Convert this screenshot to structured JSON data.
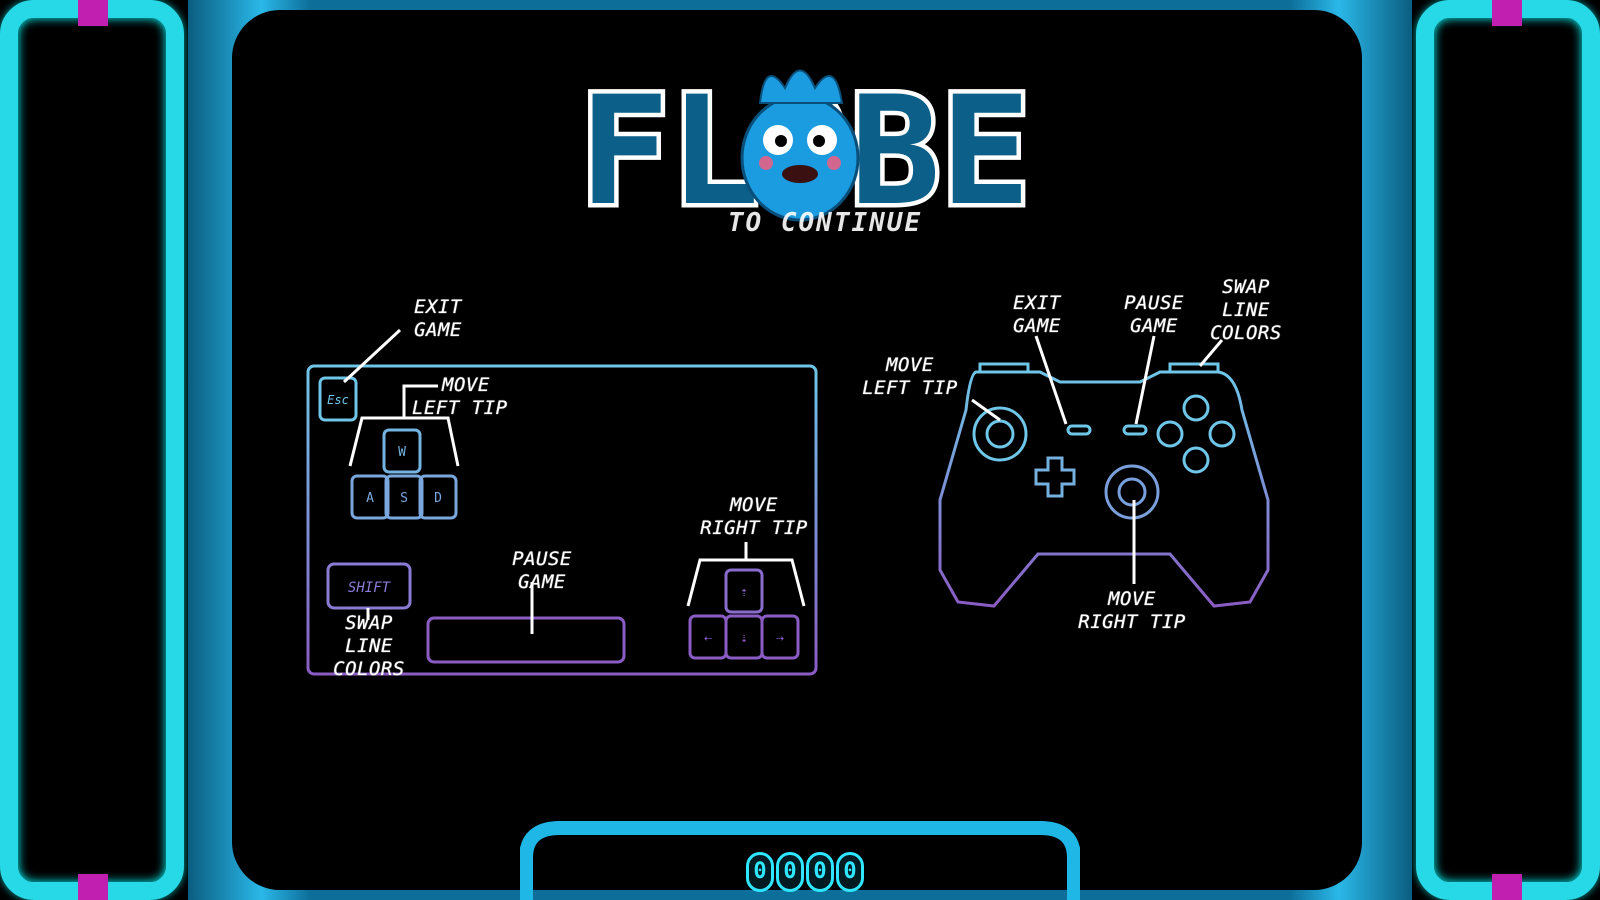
{
  "logo": {
    "text": "FLOBE"
  },
  "continue_text": "TO CONTINUE",
  "keyboard": {
    "keys": {
      "esc": "Esc",
      "w": "W",
      "a": "A",
      "s": "S",
      "d": "D",
      "shift": "SHIFT",
      "up": "⇡",
      "left": "⇠",
      "down": "⇣",
      "right": "⇢"
    },
    "labels": {
      "exit": [
        "EXIT",
        "GAME"
      ],
      "move_left": [
        "MOVE",
        "LEFT TIP"
      ],
      "move_right": [
        "MOVE",
        "RIGHT TIP"
      ],
      "pause": [
        "PAUSE",
        "GAME"
      ],
      "swap": [
        "SWAP",
        "LINE",
        "COLORS"
      ]
    }
  },
  "gamepad": {
    "labels": {
      "exit": [
        "EXIT",
        "GAME"
      ],
      "pause": [
        "PAUSE",
        "GAME"
      ],
      "swap": [
        "SWAP",
        "LINE",
        "COLORS"
      ],
      "move_left": [
        "MOVE",
        "LEFT TIP"
      ],
      "move_right": [
        "MOVE",
        "RIGHT TIP"
      ]
    }
  },
  "score": {
    "digits": [
      "0",
      "0",
      "0",
      "0"
    ]
  },
  "colors": {
    "neon": "#27d8e6",
    "accent": "#c01fb0",
    "diagram_top": "#6ec6e8",
    "diagram_bottom": "#8a5cc4"
  }
}
